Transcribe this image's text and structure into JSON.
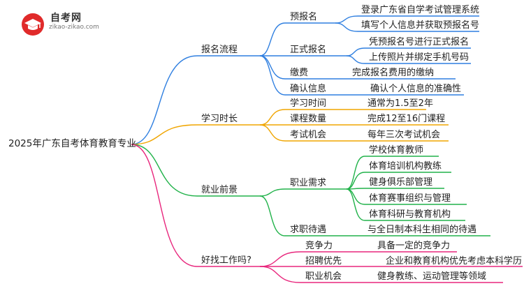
{
  "logo": {
    "title": "自考网",
    "url": "zikao-zikao.com"
  },
  "colors": {
    "blue": "#2f7fe0",
    "orange": "#f0a500",
    "green": "#21b24a",
    "pink": "#e8277d"
  },
  "root": {
    "label": "2025年广东自考体育教育专业"
  },
  "branches": [
    {
      "label": "报名流程",
      "children": [
        {
          "label": "预报名",
          "children": [
            "登录广东省自学考试管理系统",
            "填写个人信息并获取预报名号"
          ]
        },
        {
          "label": "正式报名",
          "children": [
            "凭预报名号进行正式报名",
            "上传照片并绑定手机号码"
          ]
        },
        {
          "label": "缴费",
          "children": [
            "完成报名费用的缴纳"
          ]
        },
        {
          "label": "确认信息",
          "children": [
            "确认个人信息的准确性"
          ]
        }
      ]
    },
    {
      "label": "学习时长",
      "children": [
        {
          "label": "学习时间",
          "children": [
            "通常为1.5至2年"
          ]
        },
        {
          "label": "课程数量",
          "children": [
            "完成12至16门课程"
          ]
        },
        {
          "label": "考试机会",
          "children": [
            "每年三次考试机会"
          ]
        }
      ]
    },
    {
      "label": "就业前景",
      "children": [
        {
          "label": "职业需求",
          "children": [
            "学校体育教师",
            "体育培训机构教练",
            "健身俱乐部管理",
            "体育赛事组织与管理",
            "体育科研与教育机构"
          ]
        },
        {
          "label": "求职待遇",
          "children": [
            "与全日制本科生相同的待遇"
          ]
        }
      ]
    },
    {
      "label": "好找工作吗?",
      "children": [
        {
          "label": "竞争力",
          "children": [
            "具备一定的竞争力"
          ]
        },
        {
          "label": "招聘优先",
          "children": [
            "企业和教育机构优先考虑本科学历"
          ]
        },
        {
          "label": "职业机会",
          "children": [
            "健身教练、运动管理等领域"
          ]
        }
      ]
    }
  ]
}
